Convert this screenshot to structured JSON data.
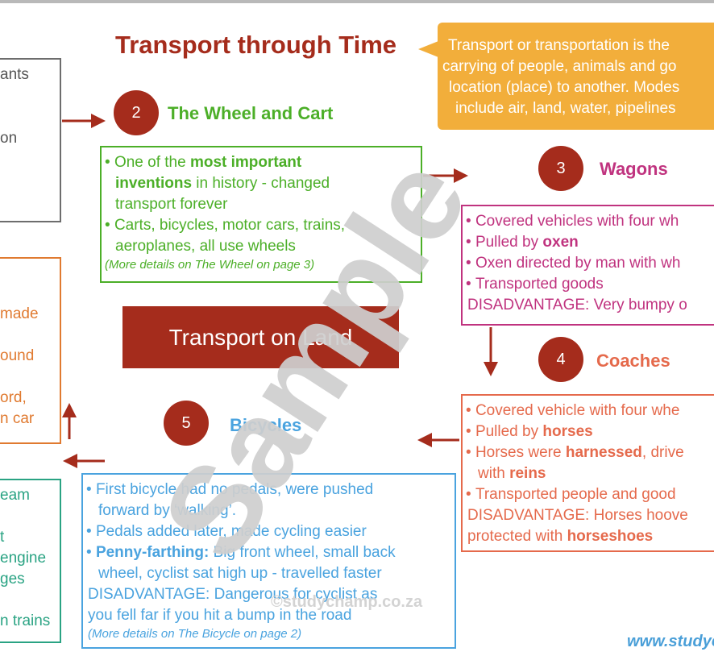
{
  "title": "Transport through Time",
  "colors": {
    "title": "#a52c1c",
    "wheel": "#4caf28",
    "wagons": "#c0337f",
    "coaches": "#e56a4c",
    "bicycles": "#4aa3df",
    "left_orange": "#e07a30",
    "left_teal": "#2aa383",
    "callout_bg": "#f2ae3b",
    "arrow": "#a52c1c",
    "watermark": "#cfcfcf"
  },
  "callout": {
    "lines": [
      "Transport or transportation is the",
      "carrying of people, animals and go",
      "location (place) to another. Modes",
      "include air, land, water, pipelines"
    ]
  },
  "left_gray": {
    "lines": [
      "ants",
      "on"
    ]
  },
  "left_orange": {
    "lines": [
      "made",
      "ound",
      "ord,",
      "n car"
    ]
  },
  "left_teal": {
    "lines": [
      "eam",
      "t",
      "engine",
      "ges",
      "n trains"
    ]
  },
  "wheel": {
    "number": "2",
    "heading": "The Wheel and Cart",
    "l1a": "One of the ",
    "l1b": "most important",
    "l2a": "inventions",
    "l2b": " in history - changed",
    "l3": "transport forever",
    "l4": "Carts, bicycles, motor cars, trains,",
    "l5": "aeroplanes, all use wheels",
    "note": "(More details on The Wheel on page 3)"
  },
  "wagons": {
    "number": "3",
    "heading": "Wagons",
    "l1": "Covered vehicles with four wh",
    "l2a": "Pulled by ",
    "l2b": "oxen",
    "l3": "Oxen directed by man with wh",
    "l4": "Transported goods",
    "l5": "DISADVANTAGE: Very bumpy o"
  },
  "coaches": {
    "number": "4",
    "heading": "Coaches",
    "l1": "Covered vehicle with four whe",
    "l2a": "Pulled by ",
    "l2b": "horses",
    "l3a": "Horses were ",
    "l3b": "harnessed",
    "l3c": ", drive",
    "l4a": "with ",
    "l4b": "reins",
    "l5": "Transported people and good",
    "l6": "DISADVANTAGE: Horses hoove",
    "l7a": "protected with ",
    "l7b": "horseshoes"
  },
  "land": {
    "label": "Transport on Land"
  },
  "bicycles": {
    "number": "5",
    "heading": "Bicycles",
    "l1": "First bicycle had no pedals, were pushed",
    "l2": "forward by ‘walking’.",
    "l3": "Pedals added later, made cycling easier",
    "l4a": "Penny-farthing:",
    "l4b": " Big front wheel, small back",
    "l5": "wheel, cyclist sat high up - travelled faster",
    "l6": "DISADVANTAGE: Dangerous for cyclist as",
    "l7": "you fell far if you hit a bump in the road",
    "note": "(More details on The Bicycle on page 2)"
  },
  "watermark": {
    "sample": "Sample",
    "site": "©studychamp.co.za"
  },
  "footer": {
    "site": "www.studyc"
  }
}
